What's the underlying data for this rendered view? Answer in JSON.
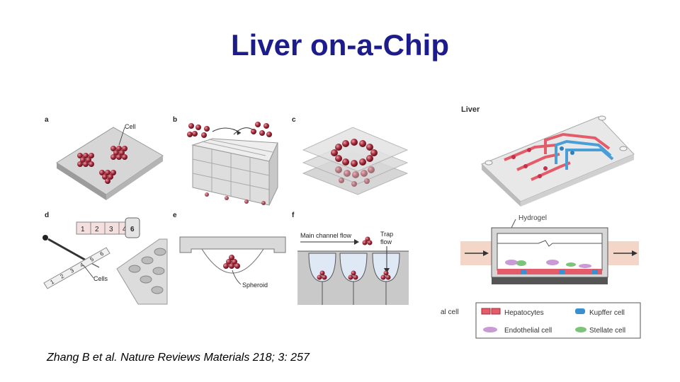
{
  "slide": {
    "title": "Liver on-a-Chip",
    "citation": "Zhang B et al. Nature Reviews Materials  218; 3: 257"
  },
  "panels": {
    "a": {
      "letter": "a",
      "label_cell": "Cell"
    },
    "b": {
      "letter": "b"
    },
    "c": {
      "letter": "c"
    },
    "d": {
      "letter": "d",
      "wells": [
        "1",
        "2",
        "3",
        "4",
        "6"
      ],
      "strip": [
        "1",
        "2",
        "3",
        "4",
        "5",
        "6"
      ],
      "label_cells": "Cells"
    },
    "e": {
      "letter": "e",
      "label_spheroid": "Spheroid"
    },
    "f": {
      "letter": "f",
      "label_main": "Main channel flow",
      "label_trap1": "Trap",
      "label_trap2": "flow"
    }
  },
  "liver": {
    "title": "Liver",
    "hydrogel": "Hydrogel",
    "legend": {
      "partial": "al cell",
      "hepatocytes": "Hepatocytes",
      "kupffer": "Kupffer cell",
      "endothelial": "Endothelial cell",
      "stellate": "Stellate cell"
    }
  },
  "colors": {
    "title": "#1c1c8c",
    "cell_red": "#a52a3a",
    "kupffer_blue": "#3a8fd0",
    "endothelial_pink": "#c99ad6",
    "stellate_green": "#7cc47a"
  }
}
